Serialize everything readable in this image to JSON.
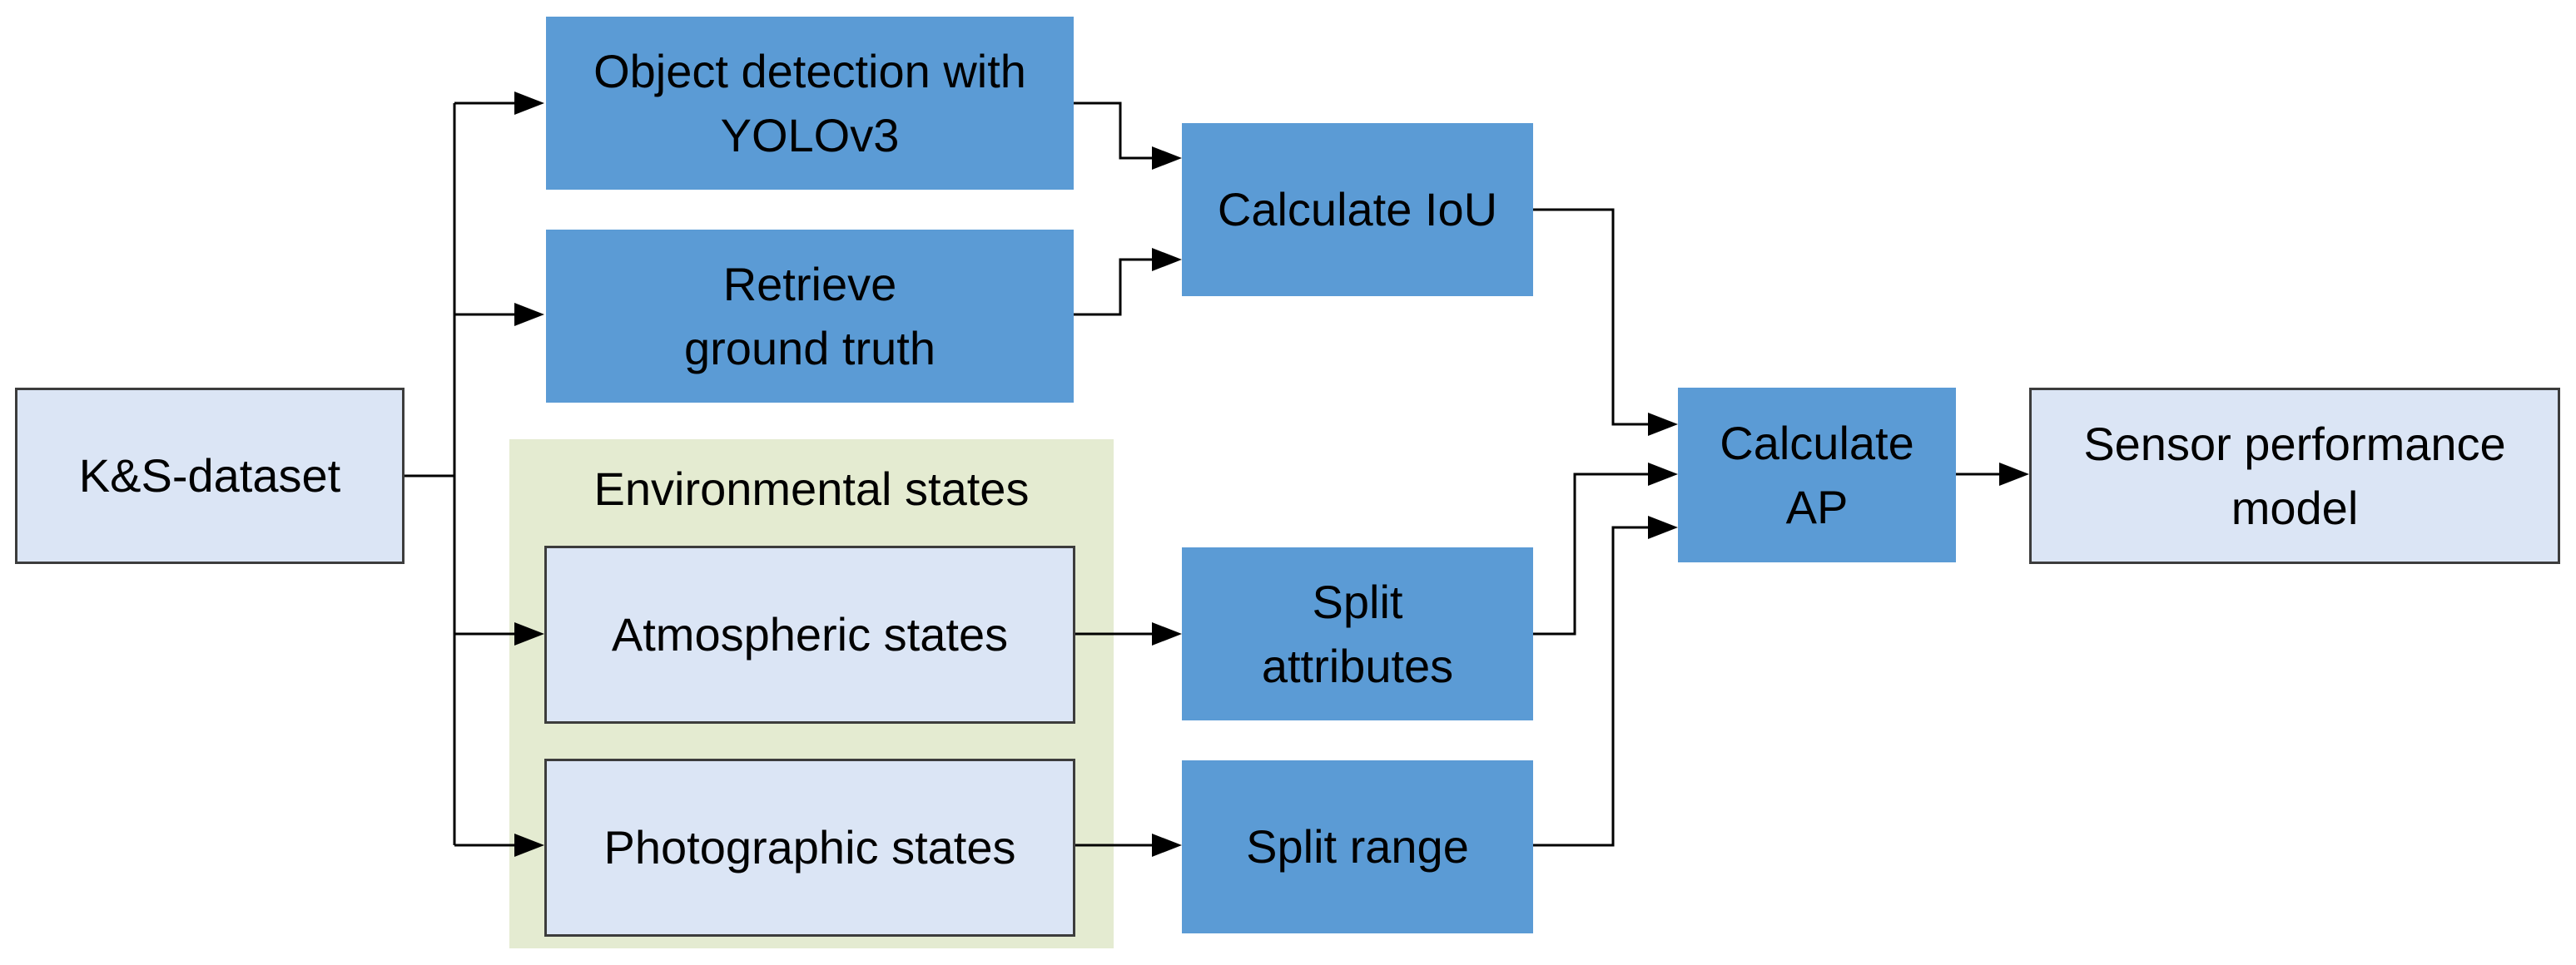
{
  "diagram": {
    "nodes": {
      "dataset": "K&S-dataset",
      "object_detection": "Object detection with\nYOLOv3",
      "ground_truth": "Retrieve\nground truth",
      "calc_iou": "Calculate IoU",
      "atmospheric": "Atmospheric states",
      "photographic": "Photographic states",
      "split_attributes": "Split\nattributes",
      "split_range": "Split range",
      "calc_ap": "Calculate\nAP",
      "sensor_model": "Sensor performance\nmodel"
    },
    "group": {
      "label": "Environmental states"
    },
    "colors": {
      "process_box": "#5b9bd5",
      "data_box": "#dbe5f5",
      "group_background": "#e4ebd1",
      "connector": "#000000"
    }
  }
}
